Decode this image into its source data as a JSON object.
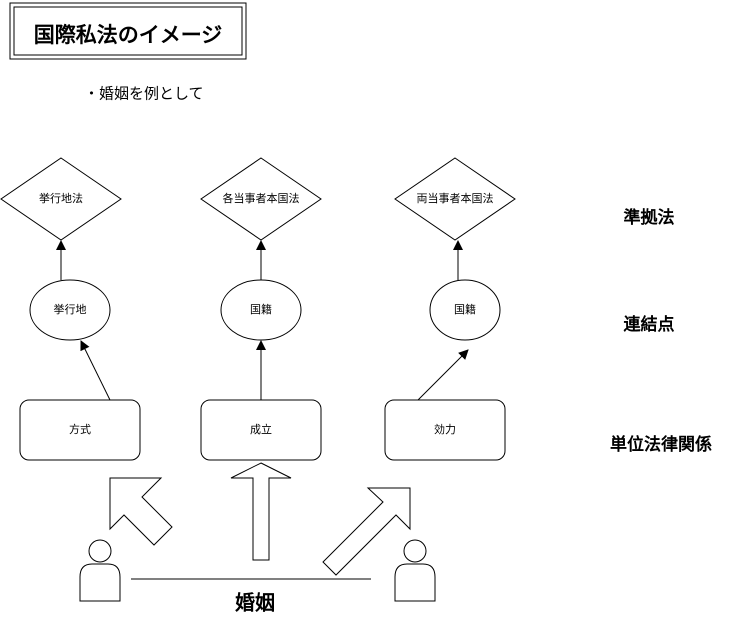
{
  "title": "国際私法のイメージ",
  "subtitle": "・婚姻を例として",
  "applicable_law": {
    "left": "挙行地法",
    "center": "各当事者本国法",
    "right": "両当事者本国法"
  },
  "connecting_factor": {
    "left": "挙行地",
    "center": "国籍",
    "right": "国籍"
  },
  "unit_legal_relation": {
    "left": "方式",
    "center": "成立",
    "right": "効力"
  },
  "side_labels": {
    "applicable_law": "準拠法",
    "connecting_factor": "連結点",
    "unit_legal_relation": "単位法律関係"
  },
  "bottom_label": "婚姻",
  "icons": {
    "person_left": "person-icon",
    "person_right": "person-icon"
  }
}
